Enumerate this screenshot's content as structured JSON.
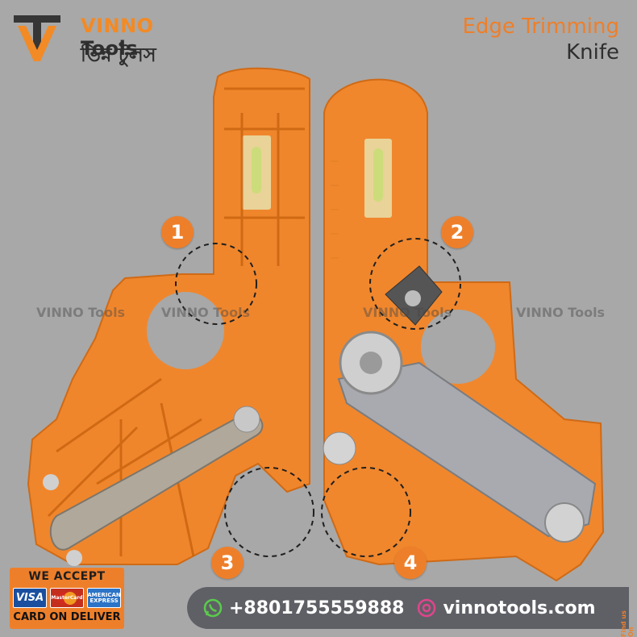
{
  "brand": {
    "name_prefix": "VINNO",
    "name_suffix": "Tools",
    "name_bengali": "ভিন্ন টুলস"
  },
  "product": {
    "title_line1": "Edge Trimming",
    "title_line2": "Knife"
  },
  "callouts": [
    "1",
    "2",
    "3",
    "4"
  ],
  "watermark_text": "VINNO Tools",
  "payment": {
    "heading": "WE ACCEPT",
    "cards": [
      "VISA",
      "MasterCard",
      "AMERICAN EXPRESS"
    ],
    "footer": "CARD ON DELIVER"
  },
  "contact": {
    "phone": "+8801755559888",
    "website": "vinnotools.com",
    "phone_icon": "whatsapp-icon",
    "website_icon": "globe-icon"
  },
  "side_note": "Find us On",
  "colors": {
    "accent": "#ee7f2a",
    "dark": "#2f2f2f",
    "background": "#a8a8a8",
    "contact_bar": "#5f6066"
  }
}
